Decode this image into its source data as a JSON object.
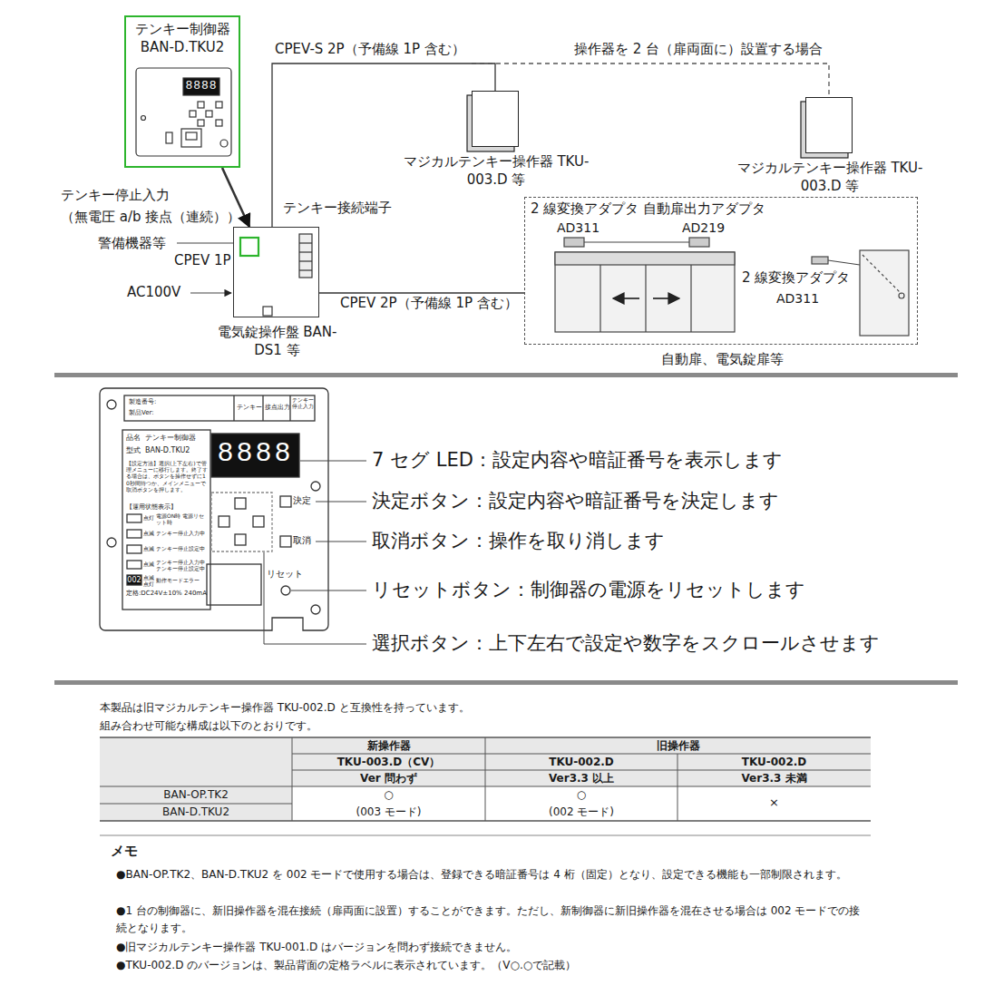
{
  "diagram": {
    "nodes": [
      {
        "text": [
          "テンキー制御器",
          "BAN-D.TKU2"
        ]
      },
      {
        "text": [
          "電気錠操作盤 BAN-DS1 等"
        ]
      },
      {
        "text": [
          "マジカルテンキー操作器 TKU-003.D 等"
        ]
      },
      {
        "text": [
          "マジカルテンキー操作器 TKU-003.D 等"
        ]
      },
      {
        "text": [
          "自動扉、電気錠扉等"
        ]
      }
    ],
    "edges": [
      {
        "from": 0,
        "to": 1,
        "arrow": "to"
      },
      {
        "from": 1,
        "to": 2,
        "arrow": "none",
        "label": "CPEV-S 2P（予備線 1P 含む）"
      },
      {
        "from": 1,
        "to": 3,
        "arrow": "none",
        "label": "操作器を 2 台（扉両面に）設置する場合"
      },
      {
        "from": 1,
        "to": 4,
        "arrow": "none",
        "label": "CPEV 2P（予備線 1P 含む）"
      }
    ],
    "labels": [
      "テンキー接続端子",
      "テンキー停止入力",
      "（無電圧 a/b 接点（連続））",
      "警備機器等",
      "CPEV 1P",
      "AC100V",
      "8888",
      "2 線変換アダプタ 自動扉出力アダプタ",
      "AD311",
      "AD219",
      "2 線変換アダプタ",
      "AD311",
      "製造番号:",
      "製品Ver:",
      "テンキー",
      "接点出力",
      "テンキー停止入力",
      "品名",
      "テンキー制御器",
      "型式",
      "BAN-D.TKU2",
      "【設定方法】選択(上下左右)で管理メニューに移行します。終了する場合は、ボタンを操作せずに10秒間待つか、メインメニューで取消ボタンを押します。",
      "【運用状態表示】",
      "点灯",
      "電源ON時 電源リセット時",
      "点滅",
      "テンキー停止入力中",
      "点滅",
      "テンキー停止設定中",
      "点滅",
      "テンキー停止入力中 テンキー停止設定中",
      "002",
      "点滅 点灯",
      "動作モードエラー",
      "定格:DC24V±10% 240mA",
      "8888",
      "決定",
      "取消",
      "リセット",
      "7 セグ LED：設定内容や暗証番号を表示します",
      "決定ボタン：設定内容や暗証番号を決定します",
      "取消ボタン：操作を取り消します",
      "リセットボタン：制御器の電源をリセットします",
      "選択ボタン：上下左右で設定や数字をスクロールさせます",
      "本製品は旧マジカルテンキー操作器 TKU-002.D と互換性を持っています。",
      "組み合わせ可能な構成は以下のとおりです。",
      "新操作器",
      "旧操作器",
      "TKU-003.D（CV）",
      "TKU-002.D",
      "TKU-002.D",
      "Ver 問わず",
      "Ver3.3 以上",
      "Ver3.3 未満",
      "BAN-OP.TK2",
      "BAN-D.TKU2",
      "○",
      "(003 モード)",
      "○",
      "(002 モード)",
      "×",
      "メモ",
      "●BAN-OP.TK2、BAN-D.TKU2 を 002 モードで使用する場合は、登録できる暗証番号は 4 桁（固定）となり、設定できる機能も一部制限されます。",
      "●1 台の制御器に、新旧操作器を混在接続（扉両面に設置）することができます。ただし、新制御器に新旧操作器を混在させる場合は 002 モードでの接続となります。",
      "●旧マジカルテンキー操作器 TKU-001.D はバージョンを問わず接続できません。",
      "●TKU-002.D のバージョンは、製品背面の定格ラベルに表示されています。（V○.○で記載）"
    ]
  }
}
